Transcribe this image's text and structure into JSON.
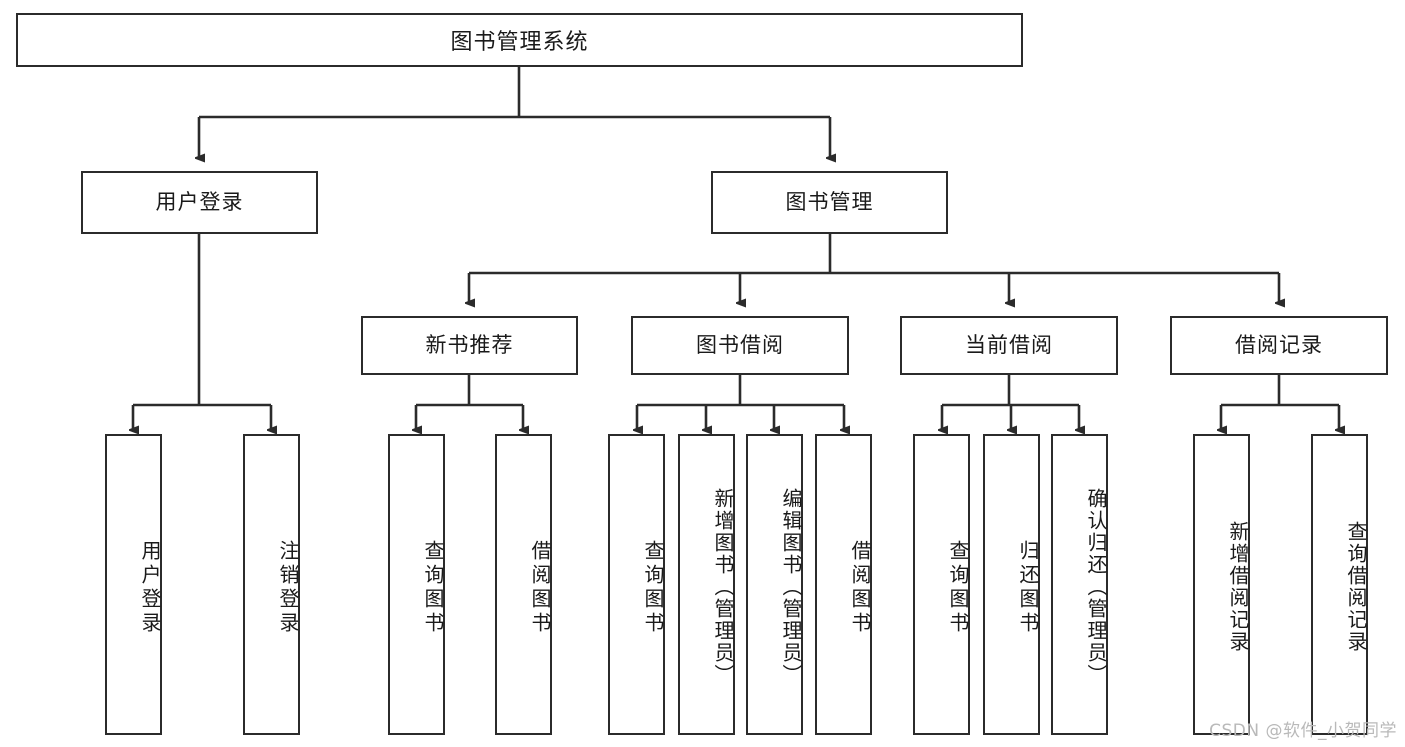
{
  "diagram": {
    "type": "tree-hierarchy-chart",
    "title": "图书管理系统",
    "line_color": "#2b2b2b",
    "box_fill": "#ffffff",
    "text_color": "#1a1a1a",
    "levels": 4,
    "root": {
      "label": "图书管理系统"
    },
    "level2": [
      {
        "label": "用户登录"
      },
      {
        "label": "图书管理"
      }
    ],
    "level3": [
      {
        "label": "新书推荐"
      },
      {
        "label": "图书借阅"
      },
      {
        "label": "当前借阅"
      },
      {
        "label": "借阅记录"
      }
    ],
    "leaves": {
      "user_login": [
        {
          "label": "用户登录"
        },
        {
          "label": "注销登录"
        }
      ],
      "new_book_recommend": [
        {
          "label": "查询图书"
        },
        {
          "label": "借阅图书"
        }
      ],
      "book_borrow": [
        {
          "label": "查询图书"
        },
        {
          "label": "新增图书（管理员）"
        },
        {
          "label": "编辑图书（管理员）"
        },
        {
          "label": "借阅图书"
        }
      ],
      "current_borrow": [
        {
          "label": "查询图书"
        },
        {
          "label": "归还图书"
        },
        {
          "label": "确认归还（管理员）"
        }
      ],
      "borrow_record": [
        {
          "label": "新增借阅记录"
        },
        {
          "label": "查询借阅记录"
        }
      ]
    }
  },
  "watermark": {
    "text": "CSDN @软件_小贺同学"
  }
}
